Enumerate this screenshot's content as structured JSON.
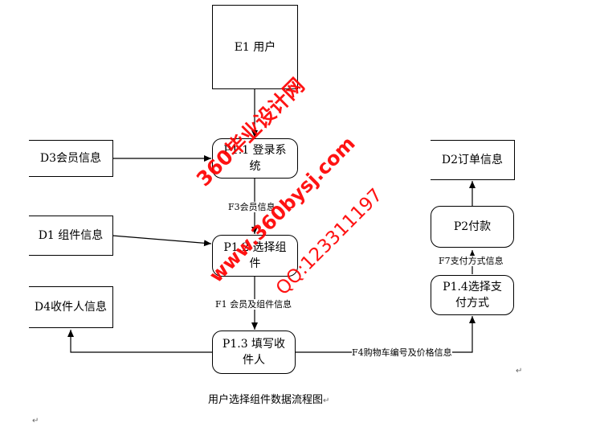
{
  "nodes": {
    "e1": "E1 用户",
    "p11": "P1.1 登录系统",
    "p12": "P1.2 选择组件",
    "p13": "P1.3 填写收件人",
    "p14": "P1.4选择支付方式",
    "p2": "P2付款",
    "d1": "D1 组件信息",
    "d2": "D2订单信息",
    "d3": "D3会员信息",
    "d4": "D4收件人信息"
  },
  "flows": {
    "f3": "F3会员信息",
    "f1": "F1 会员及组件信息",
    "f4": "F4购物车编号及价格信息",
    "f7": "F7支付方式信息"
  },
  "caption": "用户选择组件数据流程图",
  "para_mark": "↵",
  "watermark": {
    "line1": "360毕业设计网",
    "line2": "www.360bysj.com",
    "line3": "QQ:123311197",
    "color": "#ff0000"
  }
}
